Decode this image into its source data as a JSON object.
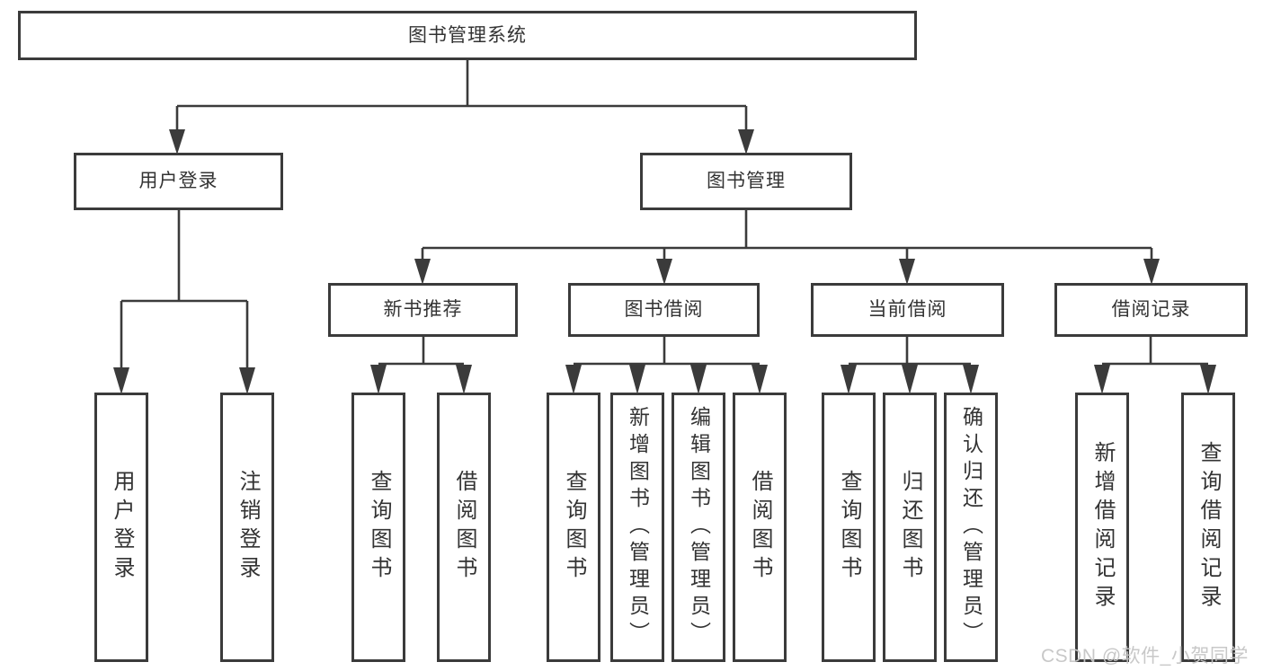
{
  "tree": {
    "root": {
      "label": "图书管理系统"
    },
    "branches": [
      {
        "label": "用户登录",
        "leaves": [
          {
            "label": "用户登录"
          },
          {
            "label": "注销登录"
          }
        ]
      },
      {
        "label": "图书管理",
        "sections": [
          {
            "label": "新书推荐",
            "leaves": [
              {
                "label": "查询图书"
              },
              {
                "label": "借阅图书"
              }
            ]
          },
          {
            "label": "图书借阅",
            "leaves": [
              {
                "label": "查询图书"
              },
              {
                "label": "新增图书（管理员）"
              },
              {
                "label": "编辑图书（管理员）"
              },
              {
                "label": "借阅图书"
              }
            ]
          },
          {
            "label": "当前借阅",
            "leaves": [
              {
                "label": "查询图书"
              },
              {
                "label": "归还图书"
              },
              {
                "label": "确认归还（管理员）"
              }
            ]
          },
          {
            "label": "借阅记录",
            "leaves": [
              {
                "label": "新增借阅记录"
              },
              {
                "label": "查询借阅记录"
              }
            ]
          }
        ]
      }
    ]
  },
  "watermark": {
    "text": "CSDN @软件_小贺同学"
  },
  "colors": {
    "line": "#3b3b3b",
    "text": "#333333",
    "background": "#ffffff",
    "watermark": "#c5c5c5"
  }
}
